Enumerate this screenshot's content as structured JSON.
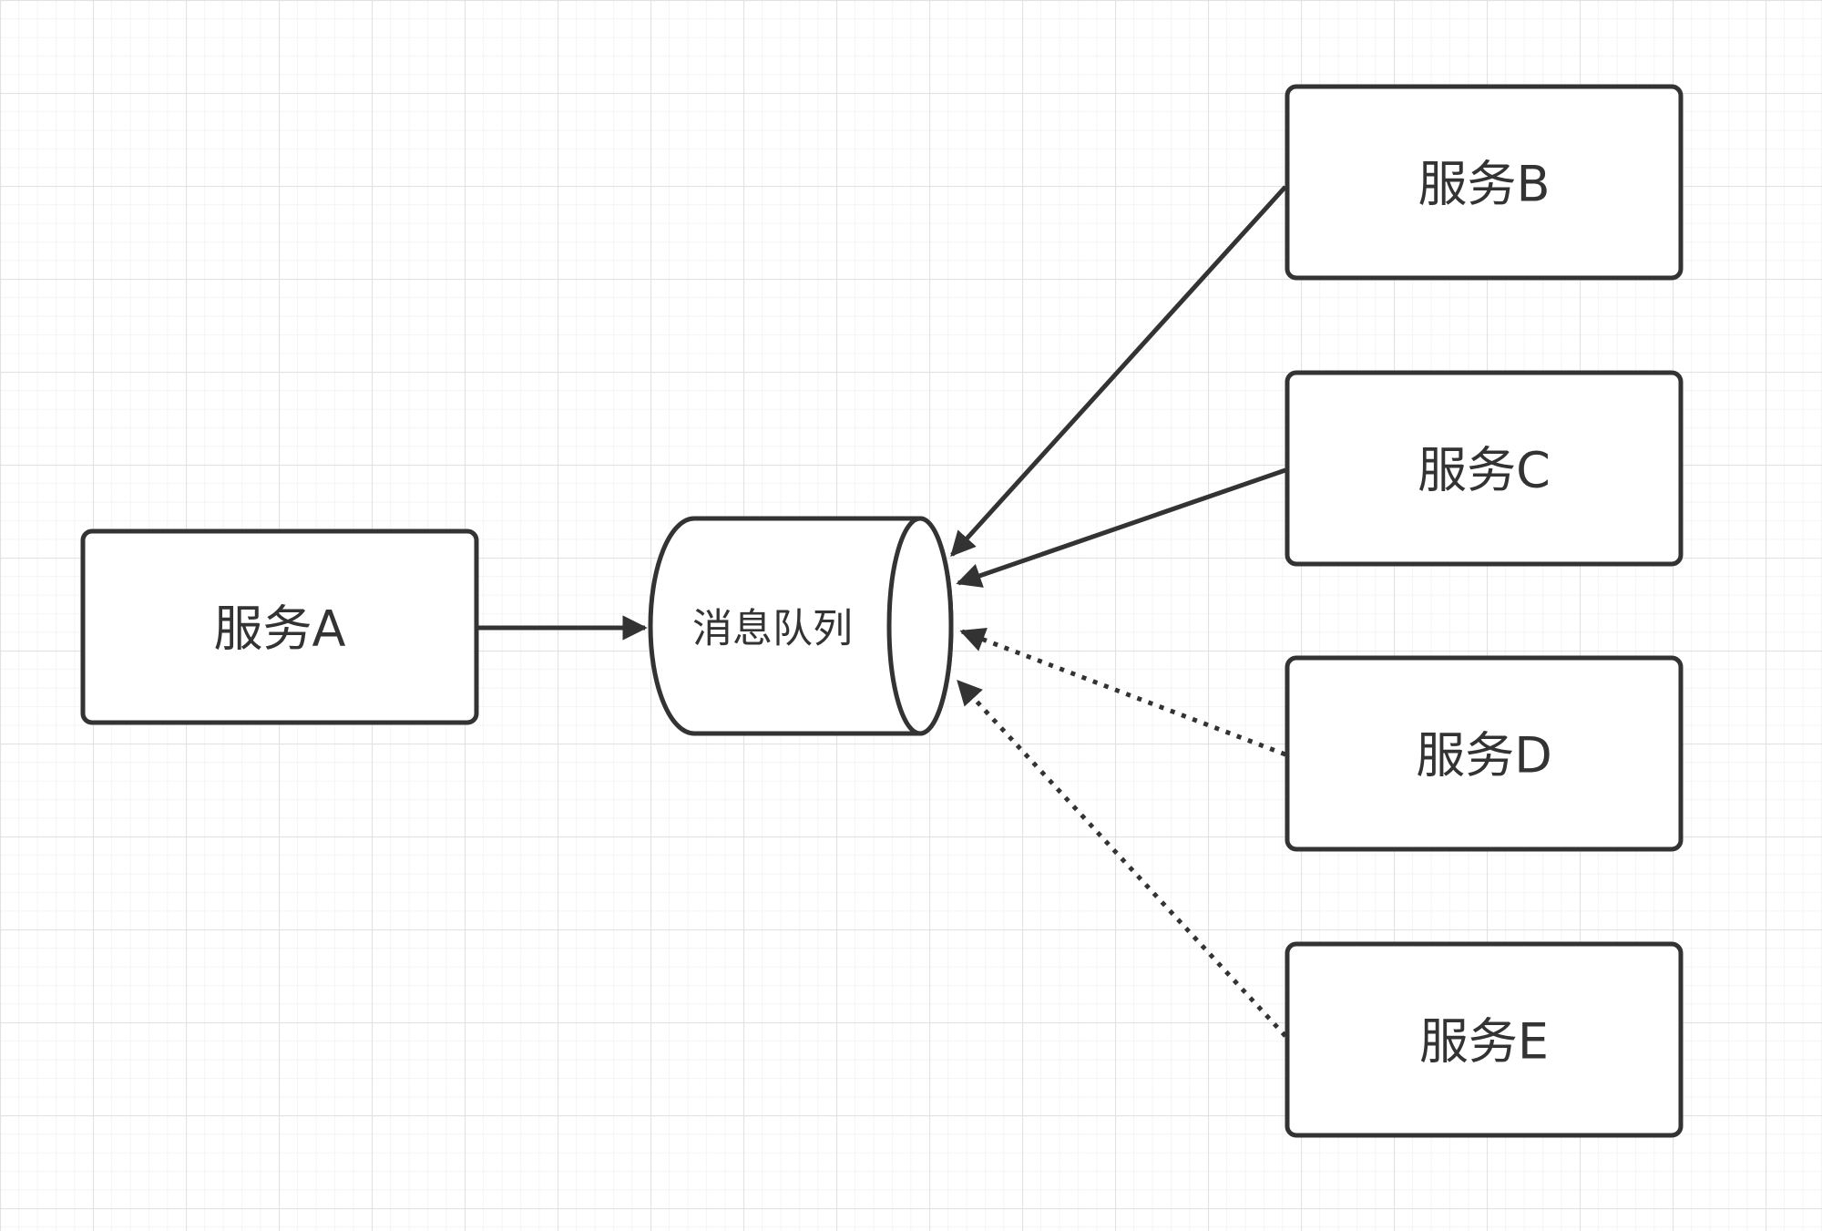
{
  "diagram": {
    "nodes": {
      "service_a": {
        "label": "服务A"
      },
      "queue": {
        "label": "消息队列"
      },
      "service_b": {
        "label": "服务B"
      },
      "service_c": {
        "label": "服务C"
      },
      "service_d": {
        "label": "服务D"
      },
      "service_e": {
        "label": "服务E"
      }
    },
    "edges": [
      {
        "from": "service_a",
        "to": "queue",
        "style": "solid"
      },
      {
        "from": "service_b",
        "to": "queue",
        "style": "solid"
      },
      {
        "from": "service_c",
        "to": "queue",
        "style": "solid"
      },
      {
        "from": "service_d",
        "to": "queue",
        "style": "dotted"
      },
      {
        "from": "service_e",
        "to": "queue",
        "style": "dotted"
      }
    ],
    "colors": {
      "stroke": "#333333",
      "grid_minor": "#eeeeee",
      "grid_major": "#e2e2e2",
      "fill": "#ffffff"
    }
  }
}
